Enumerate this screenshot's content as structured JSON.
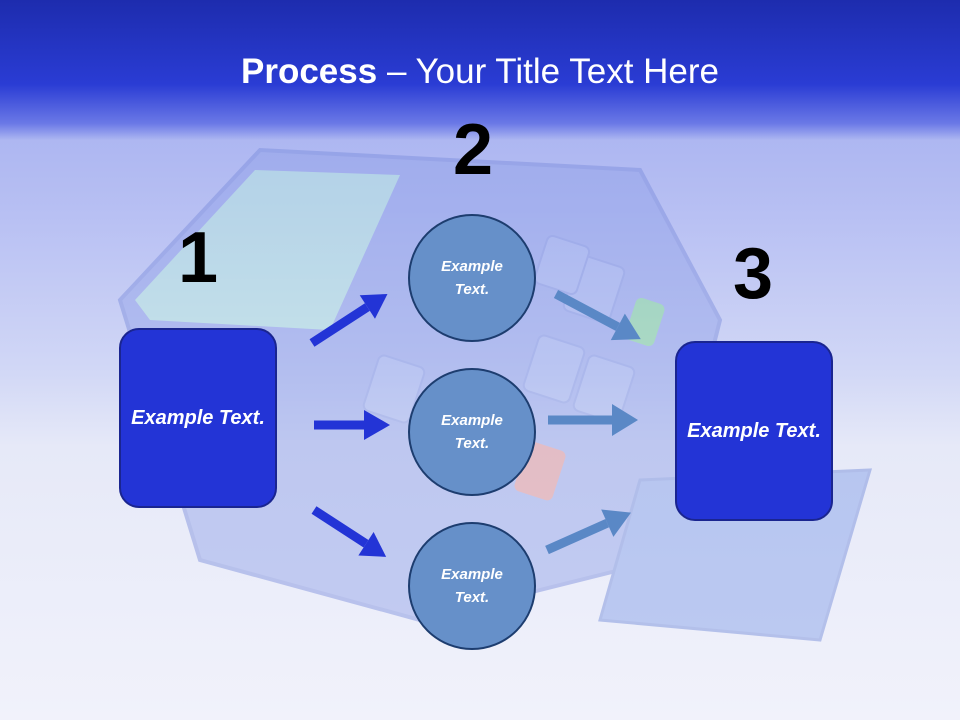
{
  "title": {
    "bold": "Process",
    "rest": " – Your Title Text Here"
  },
  "steps": {
    "one": {
      "number": "1",
      "box_text": "Example Text."
    },
    "two": {
      "number": "2"
    },
    "three": {
      "number": "3",
      "box_text": "Example Text."
    }
  },
  "circles": [
    {
      "text": "Example Text."
    },
    {
      "text": "Example Text."
    },
    {
      "text": "Example Text."
    }
  ],
  "colors": {
    "box_fill": "#2334d6",
    "circle_fill": "#6690c9",
    "dark_arrow": "#2334d6",
    "light_arrow": "#5a88c6"
  }
}
